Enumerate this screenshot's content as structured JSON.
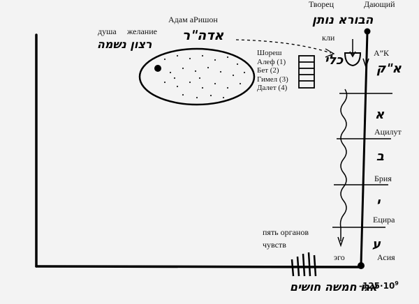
{
  "labels": {
    "tvorets": "Творец",
    "dayushchiy": "Дающий",
    "adam": "Адам аРишон",
    "dusha": "душа",
    "zhelanie": "желание",
    "kli": "кли",
    "ak": "А”К",
    "atsilut": "Ацилут",
    "briya": "Брия",
    "yetsira": "Ецира",
    "asiya": "Асия",
    "ego": "эго",
    "pyat_organov": "пять органов",
    "chuvstv": "чувств",
    "number": "-125·10",
    "exponent": "9"
  },
  "letters_stack": [
    "Шореш",
    "Алеф (1)",
    "Бет (2)",
    "Гимел (3)",
    "Далет (4)"
  ],
  "hebrew": {
    "top_right": "הבורא נותן",
    "adam": "אדה\"ר",
    "ratzon_neshama": "רצון נשמה",
    "kli": "כלי",
    "ak": "א\"ק",
    "alef": "א",
    "bet": "ב",
    "yud": "י",
    "ayin": "ע",
    "bottom": "אגו חמשה חושים"
  }
}
